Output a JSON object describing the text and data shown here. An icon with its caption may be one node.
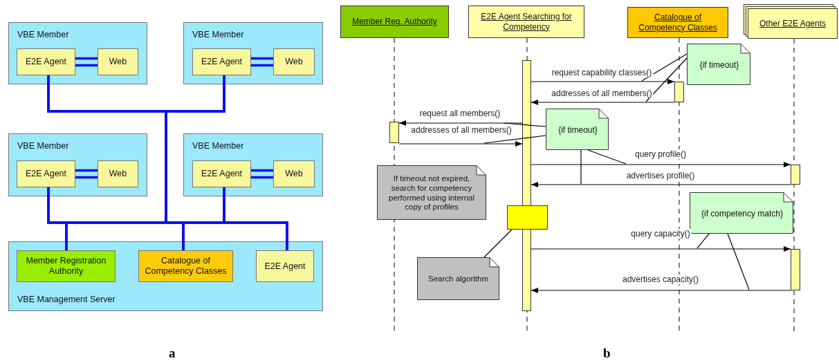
{
  "diagram": {
    "nodes": [
      {
        "text": [
          "VBE Member"
        ]
      },
      {
        "text": [
          "E2E Agent"
        ],
        "in": 0
      },
      {
        "text": [
          "Web"
        ],
        "in": 0
      },
      {
        "text": [
          "VBE Member"
        ]
      },
      {
        "text": [
          "E2E Agent"
        ],
        "in": 3
      },
      {
        "text": [
          "Web"
        ],
        "in": 3
      },
      {
        "text": [
          "VBE Member"
        ]
      },
      {
        "text": [
          "E2E Agent"
        ],
        "in": 6
      },
      {
        "text": [
          "Web"
        ],
        "in": 6
      },
      {
        "text": [
          "VBE Member"
        ]
      },
      {
        "text": [
          "E2E Agent"
        ],
        "in": 9
      },
      {
        "text": [
          "Web"
        ],
        "in": 9
      },
      {
        "text": [
          "VBE Management Server"
        ]
      },
      {
        "text": [
          "Member Registration Authority"
        ],
        "in": 12
      },
      {
        "text": [
          "Catalogue of Competency Classes"
        ],
        "in": 12
      },
      {
        "text": [
          "E2E Agent"
        ],
        "in": 12
      },
      {
        "text": [
          "Member Reg. Authority"
        ]
      },
      {
        "text": [
          "E2E Agent Searching for Competency"
        ]
      },
      {
        "text": [
          "Catalogue of Competency Classes"
        ]
      },
      {
        "text": [
          "Other E2E Agents"
        ]
      },
      {
        "text": [
          "{if timeout}"
        ]
      },
      {
        "text": [
          "{if timeout}"
        ]
      },
      {
        "text": [
          "If timeout not expired, search for competency performed using internal copy of profiles"
        ]
      },
      {
        "text": [
          "{if competency match}"
        ]
      },
      {
        "text": [
          "Search algorithm"
        ]
      },
      {
        "text": [],
        "shape": "bar"
      },
      {
        "text": [],
        "shape": "bar"
      },
      {
        "text": [],
        "shape": "bar"
      },
      {
        "text": [],
        "shape": "bar"
      },
      {
        "text": [],
        "shape": "bar"
      },
      {
        "text": [],
        "shape": "box"
      }
    ],
    "edges": [
      {
        "from": 1,
        "to": 2,
        "arrow": "none",
        "style": "thick",
        "color": "#1010ee"
      },
      {
        "from": 4,
        "to": 5,
        "arrow": "none",
        "style": "thick",
        "color": "#1010ee"
      },
      {
        "from": 7,
        "to": 8,
        "arrow": "none",
        "style": "thick",
        "color": "#1010ee"
      },
      {
        "from": 10,
        "to": 11,
        "arrow": "none",
        "style": "thick",
        "color": "#1010ee"
      },
      {
        "from": 1,
        "to": 13,
        "arrow": "none",
        "style": "thick",
        "color": "#1010ee"
      },
      {
        "from": 1,
        "to": 14,
        "arrow": "none",
        "style": "thick",
        "color": "#1010ee"
      },
      {
        "from": 1,
        "to": 15,
        "arrow": "none",
        "style": "thick",
        "color": "#1010ee"
      },
      {
        "from": 4,
        "to": 13,
        "arrow": "none",
        "style": "thick",
        "color": "#1010ee"
      },
      {
        "from": 4,
        "to": 14,
        "arrow": "none",
        "style": "thick",
        "color": "#1010ee"
      },
      {
        "from": 4,
        "to": 15,
        "arrow": "none",
        "style": "thick",
        "color": "#1010ee"
      },
      {
        "from": 7,
        "to": 13,
        "arrow": "none",
        "style": "thick",
        "color": "#1010ee"
      },
      {
        "from": 7,
        "to": 14,
        "arrow": "none",
        "style": "thick",
        "color": "#1010ee"
      },
      {
        "from": 7,
        "to": 15,
        "arrow": "none",
        "style": "thick",
        "color": "#1010ee"
      },
      {
        "from": 10,
        "to": 13,
        "arrow": "none",
        "style": "thick",
        "color": "#1010ee"
      },
      {
        "from": 10,
        "to": 14,
        "arrow": "none",
        "style": "thick",
        "color": "#1010ee"
      },
      {
        "from": 10,
        "to": 15,
        "arrow": "none",
        "style": "thick",
        "color": "#1010ee"
      },
      {
        "from": 25,
        "to": 26,
        "arrow": "to",
        "label": "request capability classes()"
      },
      {
        "from": 26,
        "to": 25,
        "arrow": "to",
        "label": "addresses of all members()"
      },
      {
        "from": 25,
        "to": 27,
        "arrow": "to",
        "label": "request all members()"
      },
      {
        "from": 27,
        "to": 25,
        "arrow": "to",
        "label": "addresses of all members()"
      },
      {
        "from": 25,
        "to": 28,
        "arrow": "to",
        "label": "query profile()"
      },
      {
        "from": 28,
        "to": 25,
        "arrow": "to",
        "label": "advertises profile()"
      },
      {
        "from": 25,
        "to": 29,
        "arrow": "to",
        "label": "query capacity()"
      },
      {
        "from": 29,
        "to": 25,
        "arrow": "to",
        "label": "advertises capacity()"
      },
      {
        "from": 20,
        "to": null,
        "arrow": "none"
      },
      {
        "from": 20,
        "to": null,
        "arrow": "none"
      },
      {
        "from": 21,
        "to": null,
        "arrow": "none"
      },
      {
        "from": 21,
        "to": null,
        "arrow": "none"
      },
      {
        "from": 21,
        "to": null,
        "arrow": "none"
      },
      {
        "from": 21,
        "to": null,
        "arrow": "none"
      },
      {
        "from": 23,
        "to": null,
        "arrow": "none"
      },
      {
        "from": 23,
        "to": null,
        "arrow": "none"
      },
      {
        "from": 24,
        "to": 30,
        "arrow": "none"
      }
    ],
    "labels": [
      "a",
      "b"
    ]
  }
}
